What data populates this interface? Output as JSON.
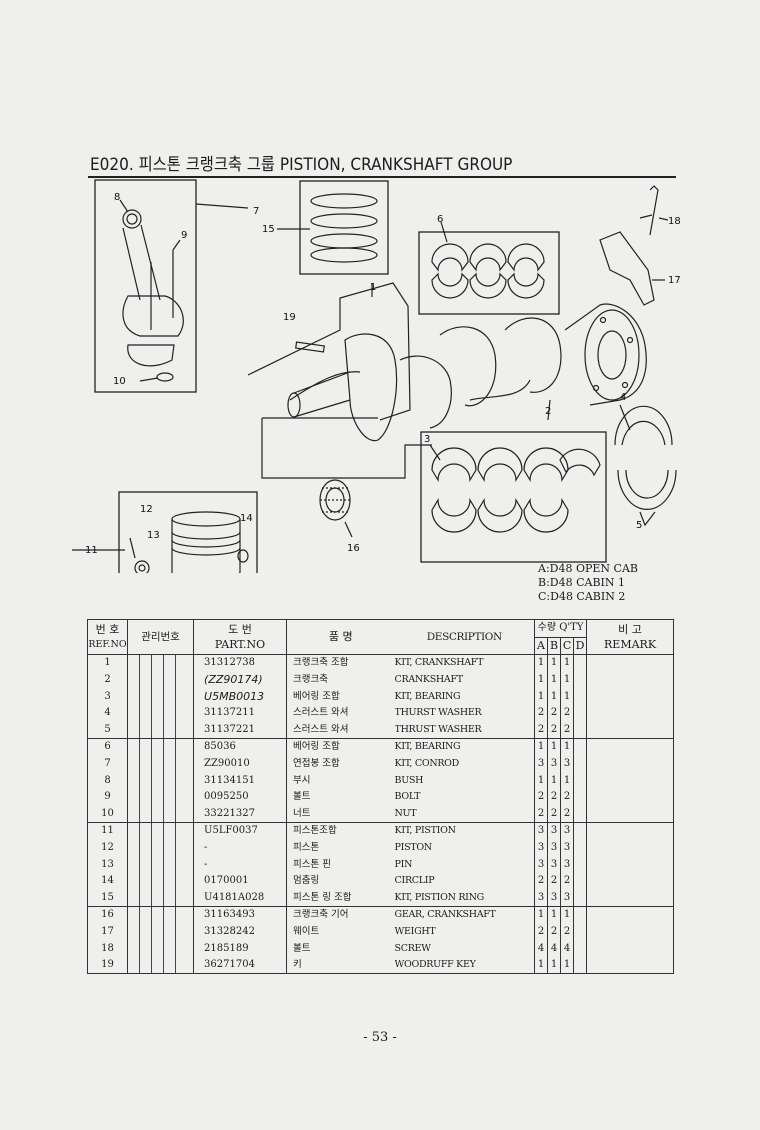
{
  "title": "E020. 피스톤 크랭크축 그룹 PISTION, CRANKSHAFT GROUP",
  "callouts": [
    "1",
    "2",
    "3",
    "4",
    "5",
    "6",
    "7",
    "8",
    "9",
    "10",
    "11",
    "12",
    "13",
    "14",
    "15",
    "16",
    "17",
    "18",
    "19"
  ],
  "models": [
    "A:D48 OPEN CAB",
    "B:D48 CABIN 1",
    "C:D48 CABIN 2"
  ],
  "table": {
    "headers": {
      "ref_kor": "번 호",
      "ref": "REF.NO",
      "mgmt": "관리번호",
      "part_kor": "도 번",
      "part": "PART.NO",
      "name_kor": "품 명",
      "desc": "DESCRIPTION",
      "qty": "수량 Q'TY",
      "qa": "A",
      "qb": "B",
      "qc": "C",
      "qd": "D",
      "remark_kor": "비 고",
      "remark": "REMARK"
    },
    "rows": [
      {
        "ref": "1",
        "part": "31312738",
        "kor": "크랭크축 조합",
        "desc": "KIT, CRANKSHAFT",
        "a": "1",
        "b": "1",
        "c": "1"
      },
      {
        "ref": "2",
        "part": "(ZZ90174)",
        "kor": "크랭크축",
        "desc": "CRANKSHAFT",
        "a": "1",
        "b": "1",
        "c": "1"
      },
      {
        "ref": "3",
        "part": "U5MB0013",
        "kor": "베어링 조합",
        "desc": "KIT, BEARING",
        "a": "1",
        "b": "1",
        "c": "1"
      },
      {
        "ref": "4",
        "part": "31137211",
        "kor": "스러스트 와셔",
        "desc": "THURST WASHER",
        "a": "2",
        "b": "2",
        "c": "2"
      },
      {
        "ref": "5",
        "part": "31137221",
        "kor": "스러스트 와셔",
        "desc": "THRUST WASHER",
        "a": "2",
        "b": "2",
        "c": "2"
      },
      {
        "ref": "6",
        "part": "85036",
        "kor": "베어링 조합",
        "desc": "KIT, BEARING",
        "a": "1",
        "b": "1",
        "c": "1"
      },
      {
        "ref": "7",
        "part": "ZZ90010",
        "kor": "연접봉 조합",
        "desc": "KIT, CONROD",
        "a": "3",
        "b": "3",
        "c": "3"
      },
      {
        "ref": "8",
        "part": "31134151",
        "kor": "부시",
        "desc": "BUSH",
        "a": "1",
        "b": "1",
        "c": "1"
      },
      {
        "ref": "9",
        "part": "0095250",
        "kor": "볼트",
        "desc": "BOLT",
        "a": "2",
        "b": "2",
        "c": "2"
      },
      {
        "ref": "10",
        "part": "33221327",
        "kor": "너트",
        "desc": "NUT",
        "a": "2",
        "b": "2",
        "c": "2"
      },
      {
        "ref": "11",
        "part": "U5LF0037",
        "kor": "피스톤조합",
        "desc": "KIT, PISTION",
        "a": "3",
        "b": "3",
        "c": "3"
      },
      {
        "ref": "12",
        "part": "-",
        "kor": "피스톤",
        "desc": "PISTON",
        "a": "3",
        "b": "3",
        "c": "3"
      },
      {
        "ref": "13",
        "part": "-",
        "kor": "피스톤 핀",
        "desc": "PIN",
        "a": "3",
        "b": "3",
        "c": "3"
      },
      {
        "ref": "14",
        "part": "0170001",
        "kor": "멈춤링",
        "desc": "CIRCLIP",
        "a": "2",
        "b": "2",
        "c": "2"
      },
      {
        "ref": "15",
        "part": "U4181A028",
        "kor": "피스톤 링 조합",
        "desc": "KIT, PISTION RING",
        "a": "3",
        "b": "3",
        "c": "3"
      },
      {
        "ref": "16",
        "part": "31163493",
        "kor": "크랭크축 기어",
        "desc": "GEAR, CRANKSHAFT",
        "a": "1",
        "b": "1",
        "c": "1"
      },
      {
        "ref": "17",
        "part": "31328242",
        "kor": "웨이트",
        "desc": "WEIGHT",
        "a": "2",
        "b": "2",
        "c": "2"
      },
      {
        "ref": "18",
        "part": "2185189",
        "kor": "볼트",
        "desc": "SCREW",
        "a": "4",
        "b": "4",
        "c": "4"
      },
      {
        "ref": "19",
        "part": "36271704",
        "kor": "키",
        "desc": "WOODRUFF KEY",
        "a": "1",
        "b": "1",
        "c": "1"
      }
    ]
  },
  "page_number": "- 53 -"
}
